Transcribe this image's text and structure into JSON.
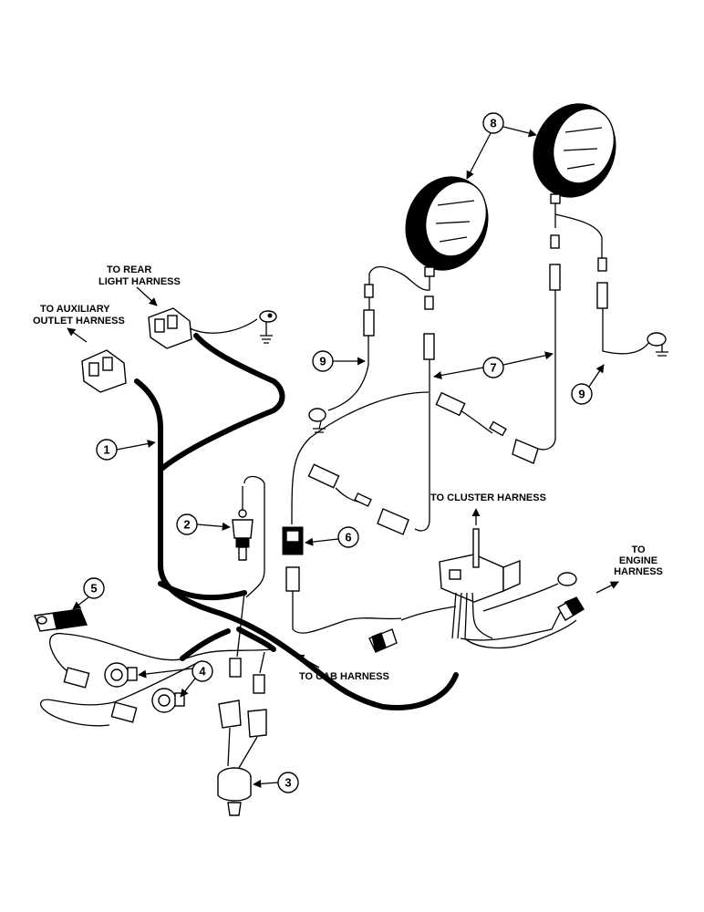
{
  "labels": {
    "rear_light": [
      "TO REAR",
      "LIGHT HARNESS"
    ],
    "aux_outlet": [
      "TO AUXILIARY",
      "OUTLET HARNESS"
    ],
    "cluster": "TO CLUSTER HARNESS",
    "engine": [
      "TO",
      "ENGINE",
      "HARNESS"
    ],
    "cab": "TO CAB HARNESS"
  },
  "callouts": {
    "c1": "1",
    "c2": "2",
    "c3": "3",
    "c4": "4",
    "c5": "5",
    "c6": "6",
    "c7": "7",
    "c8": "8",
    "c9a": "9",
    "c9b": "9"
  }
}
